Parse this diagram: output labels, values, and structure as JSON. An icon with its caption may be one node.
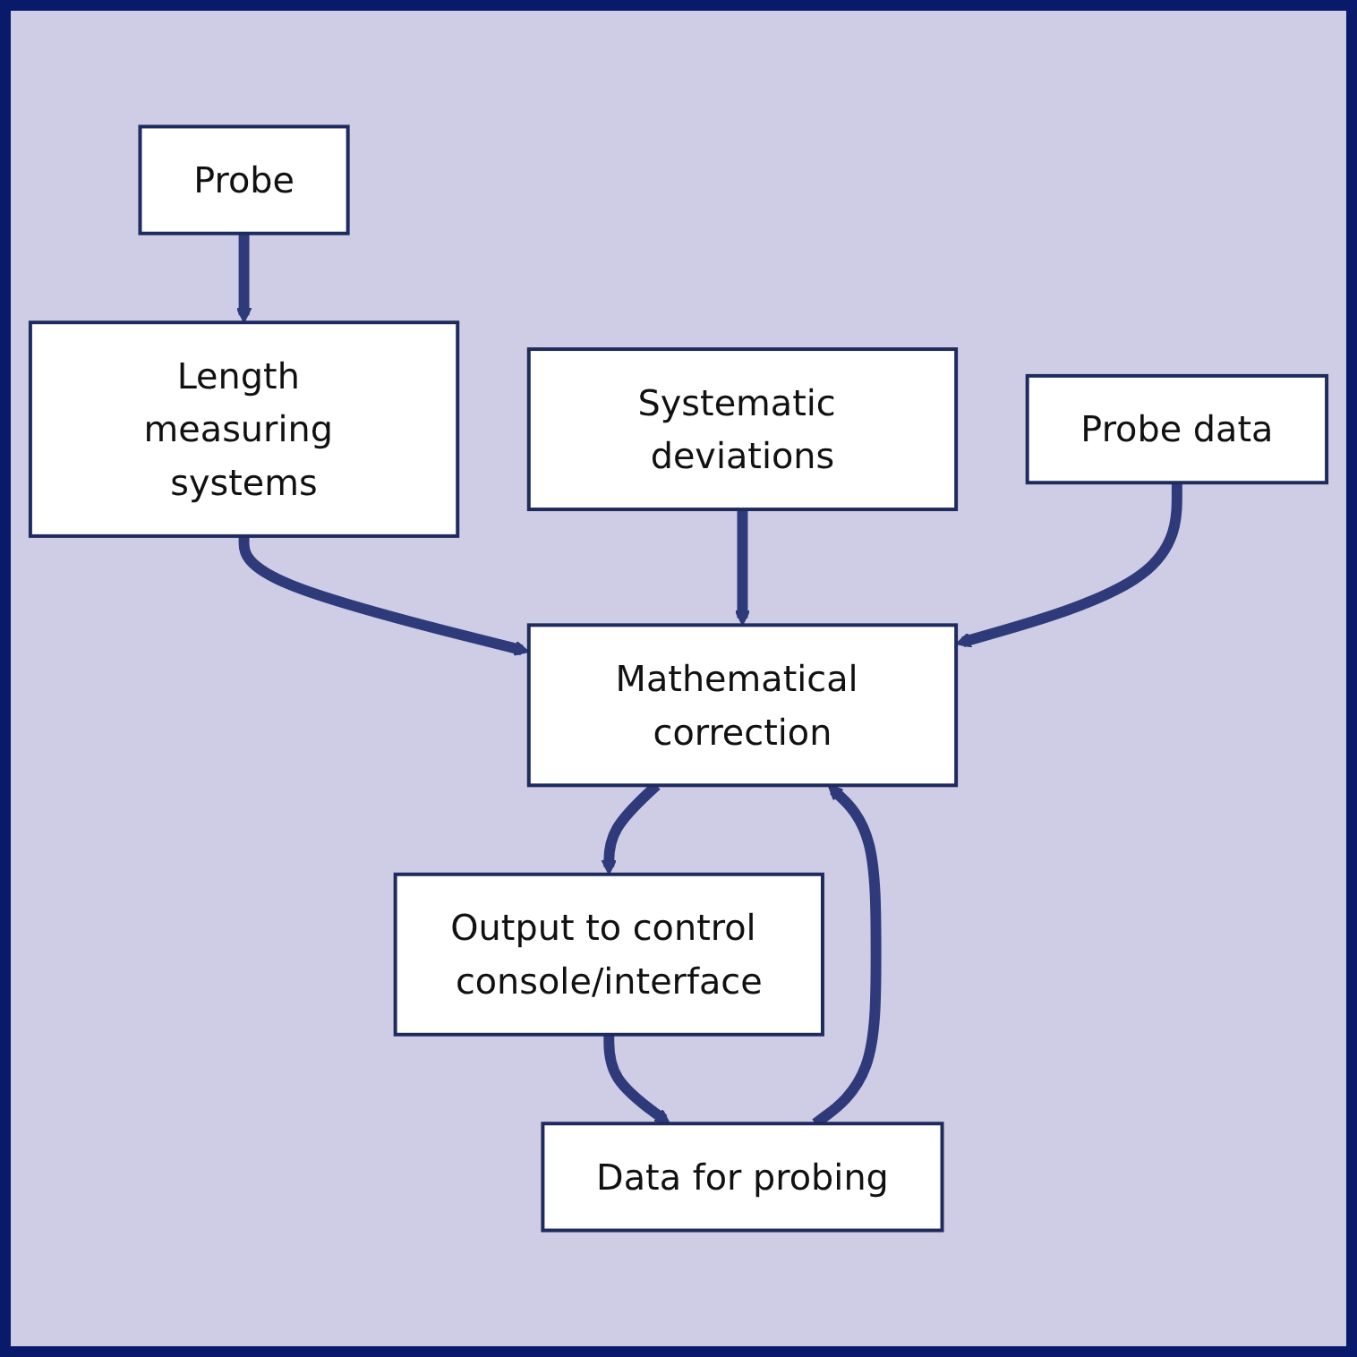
{
  "diagram": {
    "nodes": [
      {
        "text": [
          "Probe"
        ]
      },
      {
        "text": [
          "Length measuring systems"
        ]
      },
      {
        "text": [
          "Mathematical correction"
        ]
      },
      {
        "text": [
          "Output to control console/interface"
        ]
      },
      {
        "text": [
          "Systematic deviations"
        ]
      },
      {
        "text": [
          "Probe data"
        ]
      },
      {
        "text": [
          "Data for probing"
        ]
      }
    ],
    "edges": [
      {
        "from": 0,
        "to": 1,
        "arrow": "to"
      },
      {
        "from": 1,
        "to": 2,
        "arrow": "to"
      },
      {
        "from": 2,
        "to": 3,
        "arrow": "to"
      },
      {
        "from": 4,
        "to": 2,
        "arrow": "to"
      },
      {
        "from": 5,
        "to": 2,
        "arrow": "to"
      },
      {
        "from": 6,
        "to": 2,
        "arrow": "to"
      },
      {
        "from": 3,
        "to": 6,
        "arrow": "to"
      }
    ]
  }
}
